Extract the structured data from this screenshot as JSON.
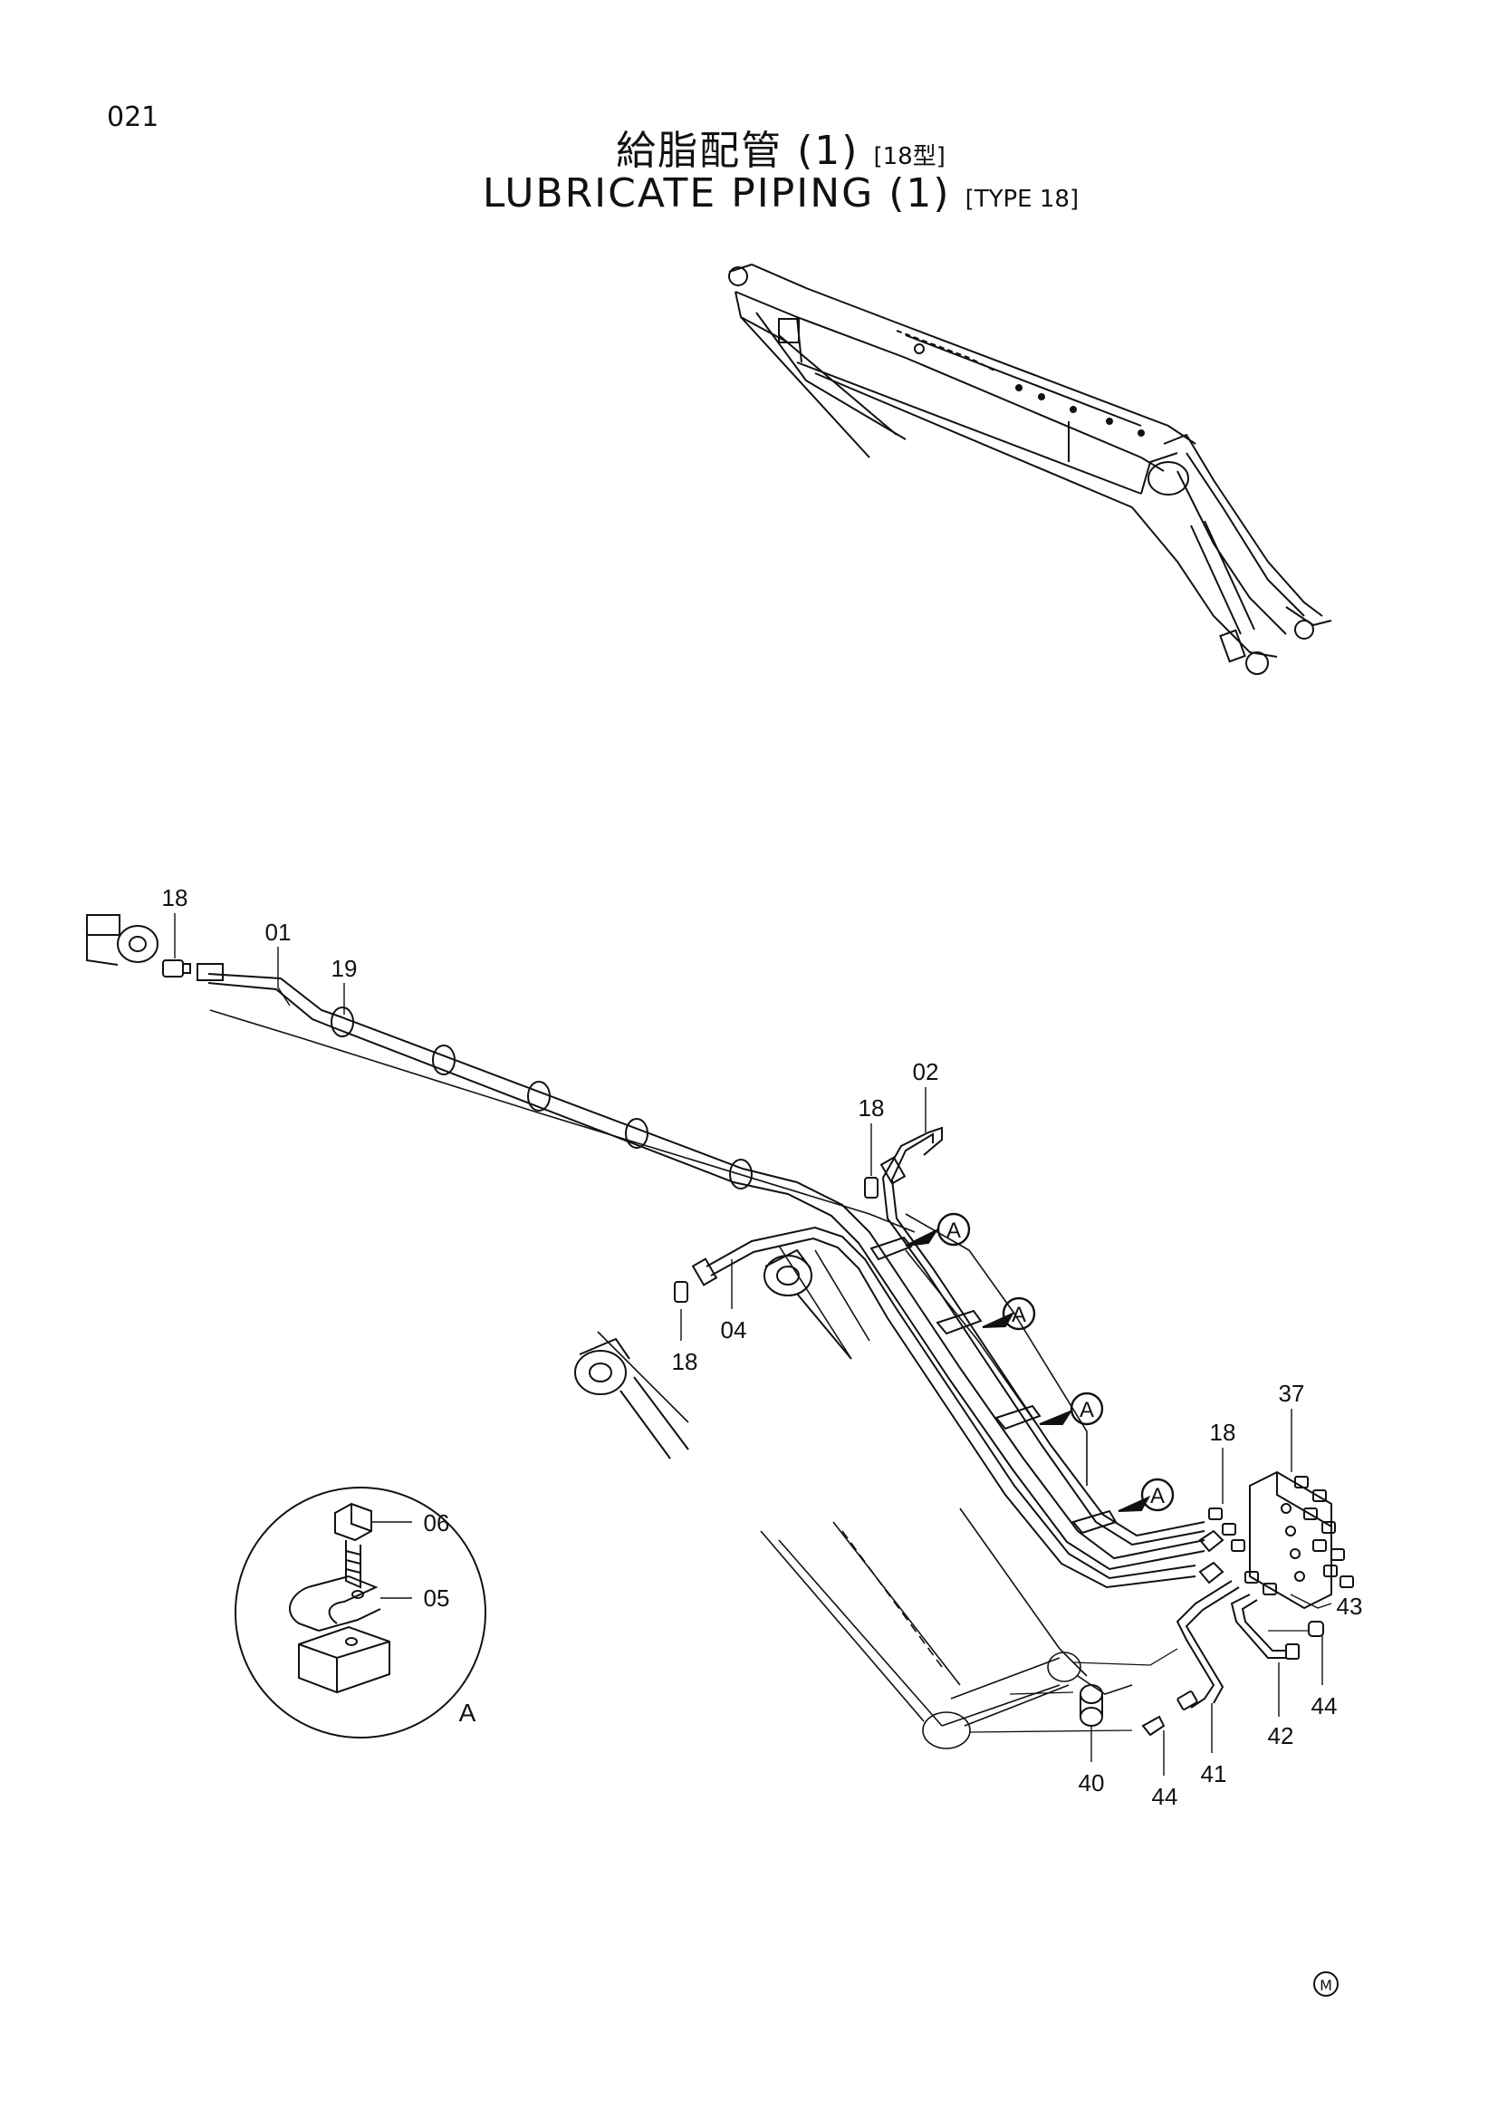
{
  "page_number": "021",
  "title": {
    "jp": "給脂配管 (1)",
    "jp_tag": "[18型]",
    "en": "LUBRICATE PIPING (1)",
    "en_tag": "[TYPE 18]"
  },
  "detail_view_label": "A",
  "mark": "M",
  "callouts": [
    {
      "id": "c18a",
      "text": "18"
    },
    {
      "id": "c01",
      "text": "01"
    },
    {
      "id": "c19",
      "text": "19"
    },
    {
      "id": "c18b",
      "text": "18"
    },
    {
      "id": "c02",
      "text": "02"
    },
    {
      "id": "c04",
      "text": "04"
    },
    {
      "id": "c18c",
      "text": "18"
    },
    {
      "id": "c18d",
      "text": "18"
    },
    {
      "id": "c37",
      "text": "37"
    },
    {
      "id": "c43",
      "text": "43"
    },
    {
      "id": "c44a",
      "text": "44"
    },
    {
      "id": "c42",
      "text": "42"
    },
    {
      "id": "c41",
      "text": "41"
    },
    {
      "id": "c40",
      "text": "40"
    },
    {
      "id": "c44b",
      "text": "44"
    },
    {
      "id": "c06",
      "text": "06"
    },
    {
      "id": "c05",
      "text": "05"
    }
  ],
  "view_markers": [
    "A",
    "A",
    "A",
    "A"
  ]
}
